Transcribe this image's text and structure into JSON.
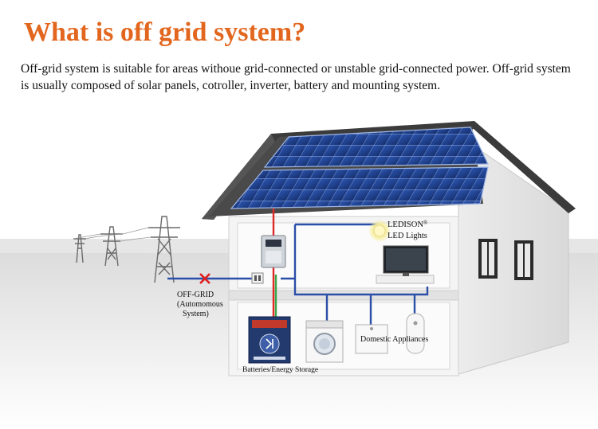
{
  "title": "What is off grid system?",
  "description": {
    "line1": "Off-grid system is suitable for areas withoue grid-connected or unstable grid-connected power. Off-grid system",
    "line2": "is usually composed of solar panels, cotroller, inverter, battery and mounting system."
  },
  "labels": {
    "ledison": "LEDISON",
    "ledison_mark": "®",
    "led_lights": "LED Lights",
    "off_grid": "OFF-GRID",
    "off_grid_sub1": "(Automomous",
    "off_grid_sub2": "System)",
    "domestic_appliances": "Domestic Appliances",
    "batteries": "Batteries/Energy Storage"
  },
  "colors": {
    "title": "#e2661e",
    "dc_wire": "#e02a2a",
    "ac_wire": "#2b4fa8",
    "ground_wire": "#3aa84a",
    "cross_mark": "#e02020",
    "panel": "#1f3f8c",
    "roof": "#3b3b3b",
    "wall": "#f1f1f1"
  }
}
